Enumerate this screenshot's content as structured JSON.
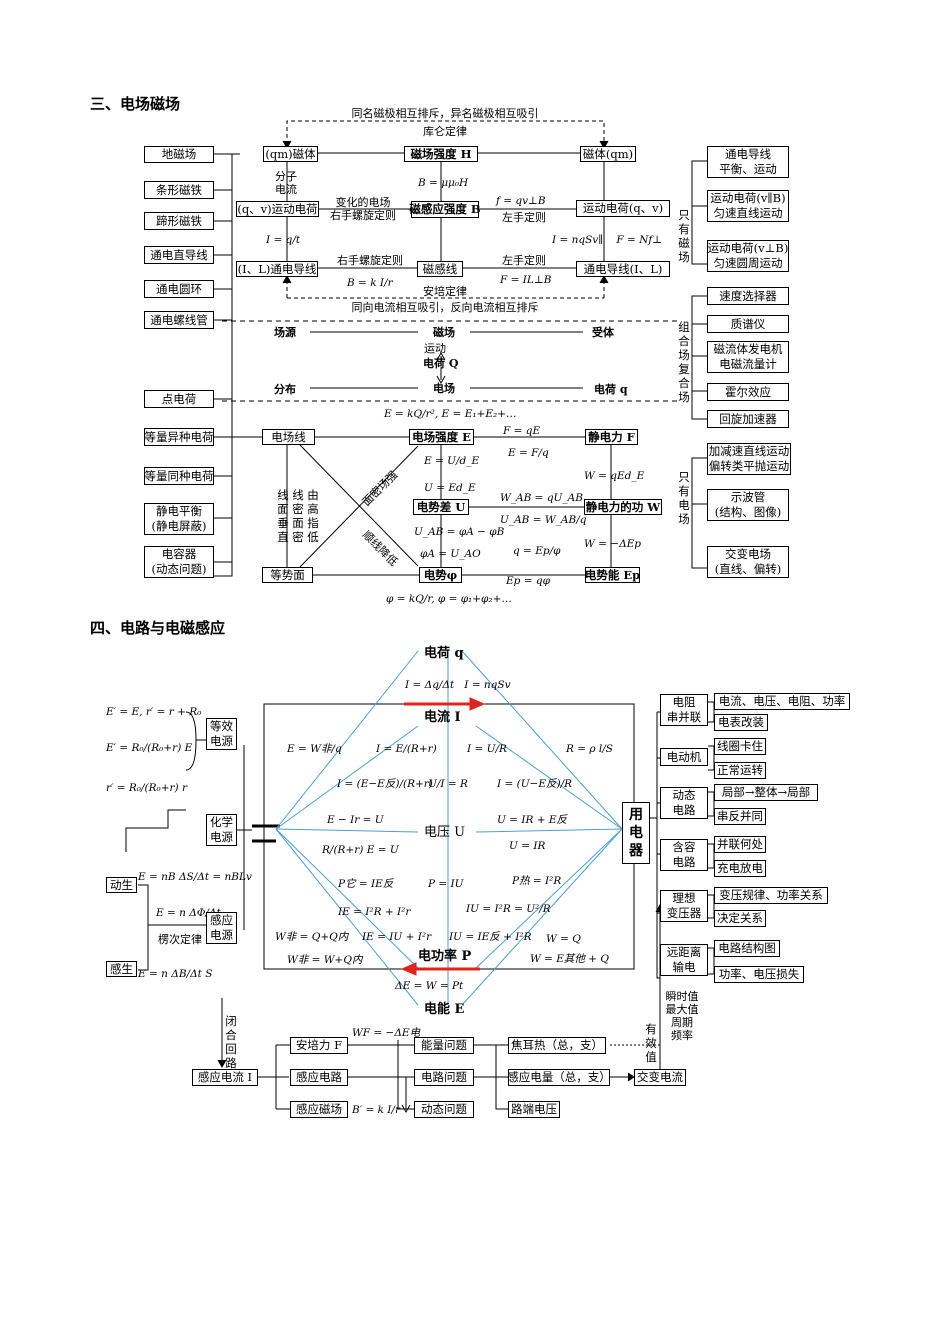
{
  "section3": {
    "heading": "三、电场磁场",
    "top_note": "同名磁极相互排斥，异名磁极相互吸引",
    "top_law": "库仑定律",
    "bottom_law": "安培定律",
    "bottom_note": "同向电流相互吸引，反向电流相互排斥",
    "left_boxes": [
      "地磁场",
      "条形磁铁",
      "蹄形磁铁",
      "通电直导线",
      "通电圆环",
      "通电螺线管",
      "点电荷",
      "等量异种电荷",
      "等量同种电荷",
      "静电平衡\n(静电屏蔽)",
      "电容器\n(动态问题)"
    ],
    "magnet": {
      "qm_left": "(qm)磁体",
      "h_box": "磁场强度 H",
      "qm_right": "磁体(qm)",
      "moving_charge": "(q、v)运动电荷",
      "b_box": "磁感应强度 B",
      "moving_charge_r": "运动电荷(q、v)",
      "current_wire": "(I、L)通电导线",
      "field_line": "磁感线",
      "current_wire_r": "通电导线(I、L)",
      "molecular": "分子\n电流",
      "b_formula": "B = μμ₀H",
      "changing_e": "变化的电场\n右手螺旋定则",
      "lorentz": "f = qv⊥B",
      "left_hand1": "左手定则",
      "i_q_t": "I = q/t",
      "nqsv": "I = nqSv∥    F = Nf⊥",
      "right_screw": "右手螺旋定则",
      "b_kir": "B = k I/r",
      "left_hand2": "左手定则",
      "ampere_f": "F = IL⊥B"
    },
    "middle": {
      "source": "场源",
      "magnetic": "磁场",
      "body": "受体",
      "motion": "运动",
      "charge_q": "电荷 Q",
      "distribution": "分布",
      "electric": "电场",
      "charge_q2": "电荷 q"
    },
    "electric": {
      "e_formula": "E = kQ/r², E = E₁+E₂+…",
      "field_line": "电场线",
      "e_box": "电场强度 E",
      "f_qe": "F = qE",
      "e_fq": "E = F/q",
      "static_force": "静电力 F",
      "e_u_d": "E = U/d_E",
      "u_ed": "U = Ed_E",
      "w_qed": "W = qEd_E",
      "line_words": [
        "线面垂直",
        "线密面密",
        "由高指低"
      ],
      "denser": "面密场强",
      "drop": "顺线降低",
      "u_box": "电势差 U",
      "w_qu": "W_AB = qU_AB",
      "u_wq": "U_AB = W_AB/q",
      "work_box": "静电力的功 W",
      "u_phi": "U_AB = φA − φB",
      "phi_u": "φA = U_AO",
      "q_ep": "q = Ep/φ",
      "w_dep": "W = −ΔEp",
      "equipotential": "等势面",
      "phi_box": "电势φ",
      "ep_qphi": "Ep = qφ",
      "ep_box": "电势能 Ep",
      "phi_formula": "φ = kQ/r, φ = φ₁+φ₂+…"
    },
    "right": {
      "wire_box": "通电导线\n平衡、运动",
      "only_mag": "只有磁场",
      "parallel": "运动电荷(v∥B)\n匀速直线运动",
      "perp": "运动电荷(v⊥B)\n匀速圆周运动",
      "combo": "组合场复合场",
      "combo_items": [
        "速度选择器",
        "质谱仪",
        "磁流体发电机\n电磁流量计",
        "霍尔效应",
        "回旋加速器"
      ],
      "only_e": "只有电场",
      "e_items": [
        "加减速直线运动\n偏转类平抛运动",
        "示波管\n(结构、图像)",
        "交变电场\n(直线、偏转)"
      ]
    }
  },
  "section4": {
    "heading": "四、电路与电磁感应",
    "charge_q": "电荷 q",
    "current_i": "电流 I",
    "voltage_u": "电压 U",
    "power_p": "电功率 P",
    "energy_e": "电能 E",
    "i_formulas": "I = Δq/Δt   I = nqSv",
    "e_w_q": "E = W非/q",
    "i_er": "I = E/(R+r)",
    "i_ur": "I = U/R",
    "r_rho": "R = ρ l/S",
    "i_e_ef": "I = (E−E反)/(R+r)",
    "u_i_r": "U/I = R",
    "i_u_ef": "I = (U−E反)/R",
    "e_ir_u": "E − Ir = U",
    "u_ir_e": "U = IR + E反",
    "r_rr_e": "R/(R+r) E = U",
    "u_ir": "U = IR",
    "p_ie": "P它 = IE反",
    "p_iu": "P = IU",
    "p_i2r": "P热 = I²R",
    "ie_i2r": "IE = I²R + I²r",
    "iu_i2r": "IU = I²R = U²/R",
    "w_qq": "W非 = Q+Q内",
    "ie_iu": "IE = IU + I²r",
    "iu_ie": "IU = IE反 + I²R",
    "w_q": "W = Q",
    "w_wq": "W非 = W+Q内",
    "w_eq": "W = E其他 + Q",
    "de_w_pt": "ΔE = W = Pt",
    "equiv_src": "等效\n电源",
    "equiv_f1": "E′ = E, r′ = r + R₀",
    "equiv_f2": "E′ = R₀/(R₀+r) E",
    "equiv_f3": "r′ = R₀/(R₀+r) r",
    "chem_src": "化学\n电源",
    "dynamic": "动生",
    "e_nbdsdt": "E = nB ΔS/Δt = nBLv",
    "e_n_dphi": "E = n ΔΦ/Δt",
    "lenz": "楞次定律",
    "induced_src": "感应\n电源",
    "induced_gen": "感生",
    "e_n_db": "E = n ΔB/Δt S",
    "appliance": "用电器",
    "right_boxes": [
      "电阻\n串并联",
      "电动机",
      "动态\n电路",
      "含容\n电路",
      "理想\n变压器",
      "远距离\n输电"
    ],
    "right_items": [
      "电流、电压、电阻、功率",
      "电表改装",
      "线圈卡住",
      "正常运转",
      "局部→整体→局部",
      "串反并同",
      "并联何处",
      "充电放电",
      "变压规律、功率关系",
      "决定关系",
      "电路结构图",
      "功率、电压损失"
    ],
    "closed_loop": "闭合回路",
    "ac_values": "瞬时值\n最大值\n周期\n频率",
    "effective": "有效值",
    "ind_current": "感应电流 I",
    "ampere_force": "安培力 F",
    "ind_circuit": "感应电路",
    "ind_field": "感应磁场",
    "b_kir2": "B′ = k I/r",
    "wf": "WF = −ΔE电",
    "energy_prob": "能量问题",
    "circuit_prob": "电路问题",
    "dynamic_prob": "动态问题",
    "joule": "焦耳热（总，支）",
    "ind_charge": "感应电量（总，支）",
    "terminal_v": "路端电压",
    "ac": "交变电流"
  }
}
